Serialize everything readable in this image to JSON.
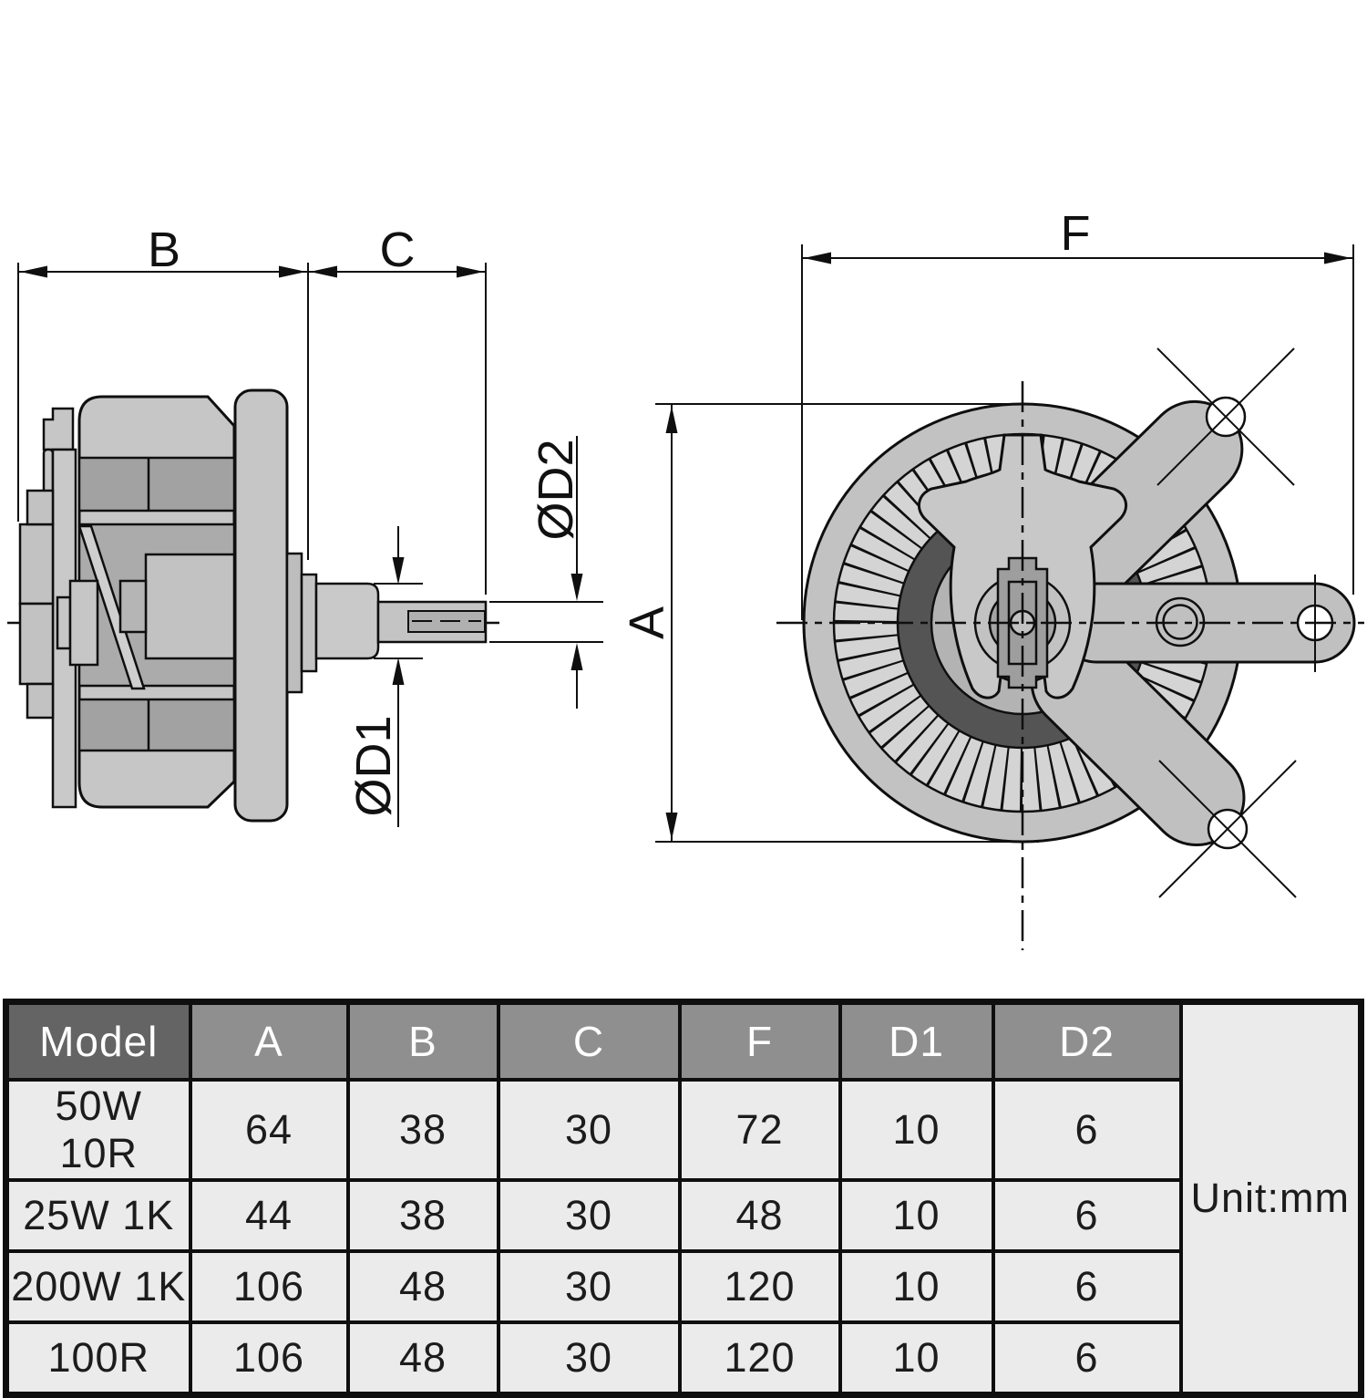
{
  "drawing": {
    "side_view": {
      "dim_b": "B",
      "dim_c": "C",
      "dim_d1": "ØD1",
      "dim_d2": "ØD2"
    },
    "front_view": {
      "dim_f": "F",
      "dim_a": "A"
    }
  },
  "table": {
    "columns": [
      "Model",
      "A",
      "B",
      "C",
      "F",
      "D1",
      "D2"
    ],
    "rows": [
      {
        "model": "50W 10R",
        "values": [
          "64",
          "38",
          "30",
          "72",
          "10",
          "6"
        ]
      },
      {
        "model": "25W 1K",
        "values": [
          "44",
          "38",
          "30",
          "48",
          "10",
          "6"
        ]
      },
      {
        "model": "200W 1K",
        "values": [
          "106",
          "48",
          "30",
          "120",
          "10",
          "6"
        ]
      },
      {
        "model": "100R",
        "values": [
          "106",
          "48",
          "30",
          "120",
          "10",
          "6"
        ]
      }
    ],
    "unit_label": "Unit:mm"
  },
  "colors": {
    "line": "#0f0f0f",
    "body_light": "#c6c6c6",
    "body_medium": "#a9a9a9",
    "band_dark": "#545454",
    "hatch_bg": "#d4d4d4",
    "header_dark": "#646464",
    "header_medium": "#8f8f8f",
    "cell_light": "#ebebeb"
  }
}
